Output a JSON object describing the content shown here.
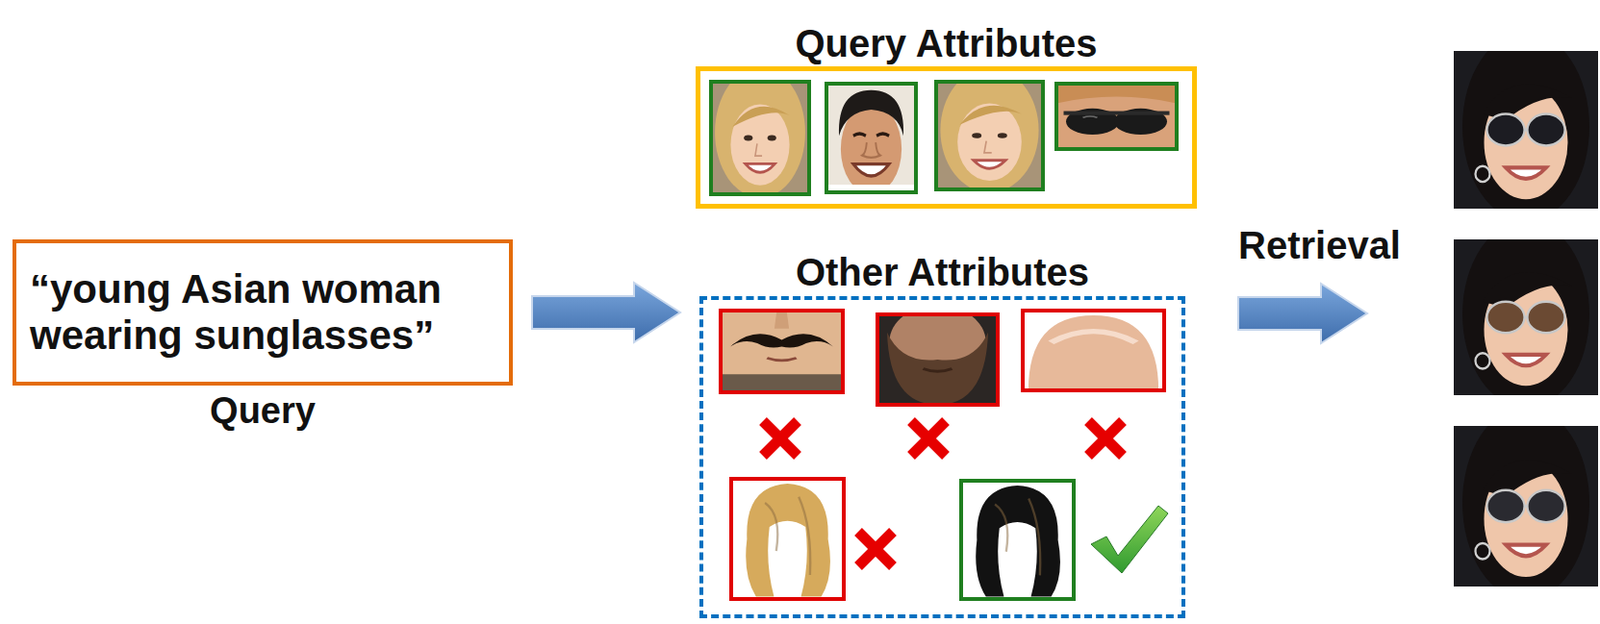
{
  "diagram": {
    "nodes": [
      {
        "text": [
          "“young Asian woman wearing sunglasses”",
          "Query"
        ]
      },
      {
        "text": [
          "Query Attributes"
        ]
      },
      {
        "text": [
          "Other Attributes"
        ]
      }
    ],
    "edges": [
      {
        "from": 0,
        "to": 2,
        "arrow": "to"
      }
    ],
    "labels": [
      "Retrieval"
    ]
  }
}
